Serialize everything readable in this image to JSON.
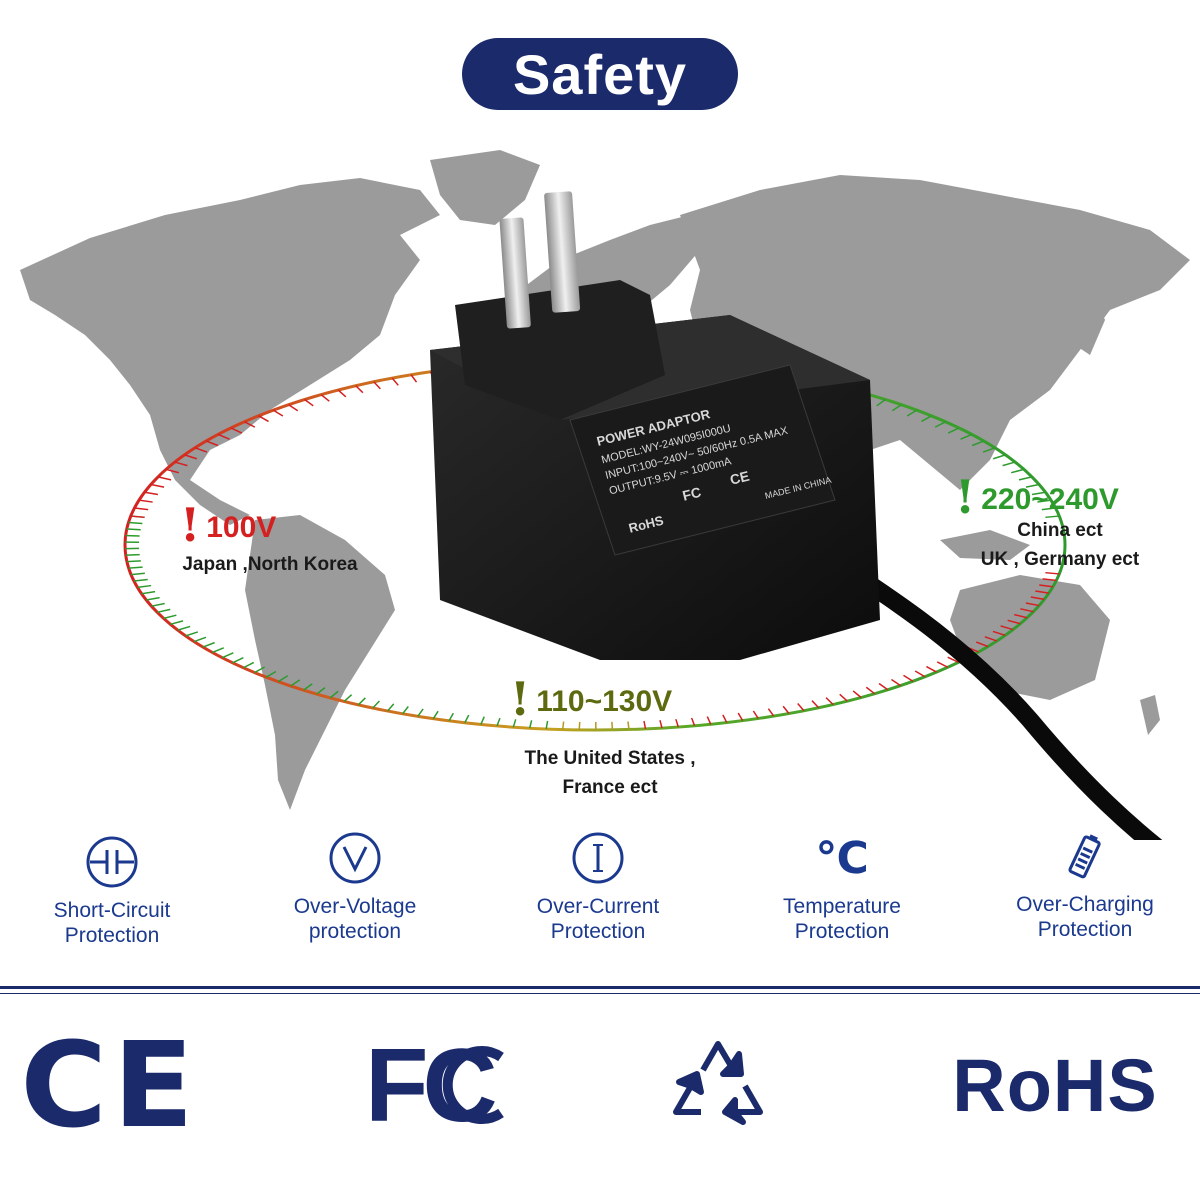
{
  "header": {
    "title": "Safety"
  },
  "voltage_zones": [
    {
      "voltage": "100V",
      "countries_line1": "Japan ,North Korea",
      "countries_line2": "",
      "color": "#d42020"
    },
    {
      "voltage": "110~130V",
      "countries_line1": "The United States ,",
      "countries_line2": "France ect",
      "color": "#5e6a10"
    },
    {
      "voltage": "220~240V",
      "countries_line1": "China ect",
      "countries_line2": "UK , Germany ect",
      "color": "#2e9a2e"
    }
  ],
  "adapter": {
    "label_title": "POWER ADAPTOR",
    "model": "MODEL:WY-24W095I000U",
    "input": "INPUT:100~240V~ 50/60Hz 0.5A MAX",
    "output": "OUTPUT:9.5V ⎓ 1000mA",
    "made_in": "MADE IN CHINA"
  },
  "features": [
    {
      "icon": "short-circuit-icon",
      "line1": "Short-Circuit",
      "line2": "Protection"
    },
    {
      "icon": "voltage-icon",
      "line1": "Over-Voltage",
      "line2": "protection"
    },
    {
      "icon": "current-icon",
      "line1": "Over-Current",
      "line2": "Protection"
    },
    {
      "icon": "thermometer-celsius-icon",
      "line1": "Temperature",
      "line2": "Protection"
    },
    {
      "icon": "battery-icon",
      "line1": "Over-Charging",
      "line2": "Protection"
    }
  ],
  "certifications": [
    {
      "icon": "ce-logo",
      "text": "CE"
    },
    {
      "icon": "fcc-logo",
      "text": "FC"
    },
    {
      "icon": "recycle-icon",
      "text": ""
    },
    {
      "icon": "rohs-logo",
      "text": "RoHS"
    }
  ],
  "colors": {
    "brand": "#1b2a6b",
    "accent_blue": "#1b3a8f",
    "map_gray": "#9a9a9a",
    "red": "#d42020",
    "green": "#2e9a2e"
  }
}
